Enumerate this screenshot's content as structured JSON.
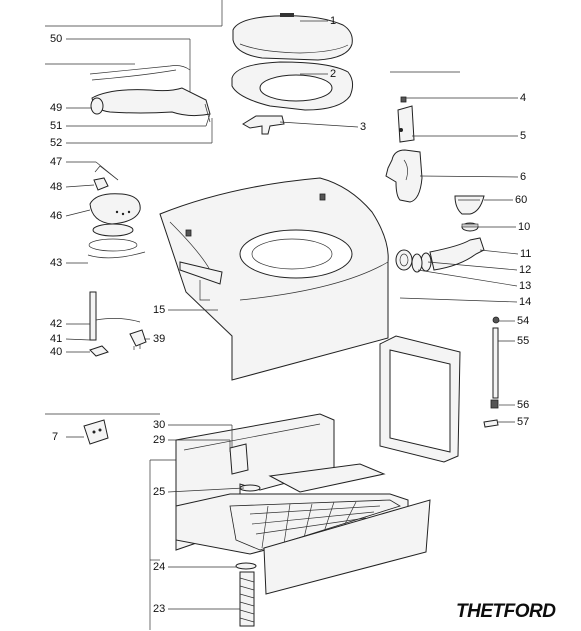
{
  "brand": "THETFORD",
  "callouts": [
    {
      "n": "1"
    },
    {
      "n": "2"
    },
    {
      "n": "3"
    },
    {
      "n": "4"
    },
    {
      "n": "5"
    },
    {
      "n": "6"
    },
    {
      "n": "60"
    },
    {
      "n": "10"
    },
    {
      "n": "11"
    },
    {
      "n": "12"
    },
    {
      "n": "13"
    },
    {
      "n": "14"
    },
    {
      "n": "54"
    },
    {
      "n": "55"
    },
    {
      "n": "56"
    },
    {
      "n": "57"
    },
    {
      "n": "50"
    },
    {
      "n": "49"
    },
    {
      "n": "51"
    },
    {
      "n": "52"
    },
    {
      "n": "47"
    },
    {
      "n": "48"
    },
    {
      "n": "46"
    },
    {
      "n": "43"
    },
    {
      "n": "15"
    },
    {
      "n": "42"
    },
    {
      "n": "41"
    },
    {
      "n": "40"
    },
    {
      "n": "39"
    },
    {
      "n": "7"
    },
    {
      "n": "30"
    },
    {
      "n": "29"
    },
    {
      "n": "25"
    },
    {
      "n": "24"
    },
    {
      "n": "23"
    }
  ]
}
